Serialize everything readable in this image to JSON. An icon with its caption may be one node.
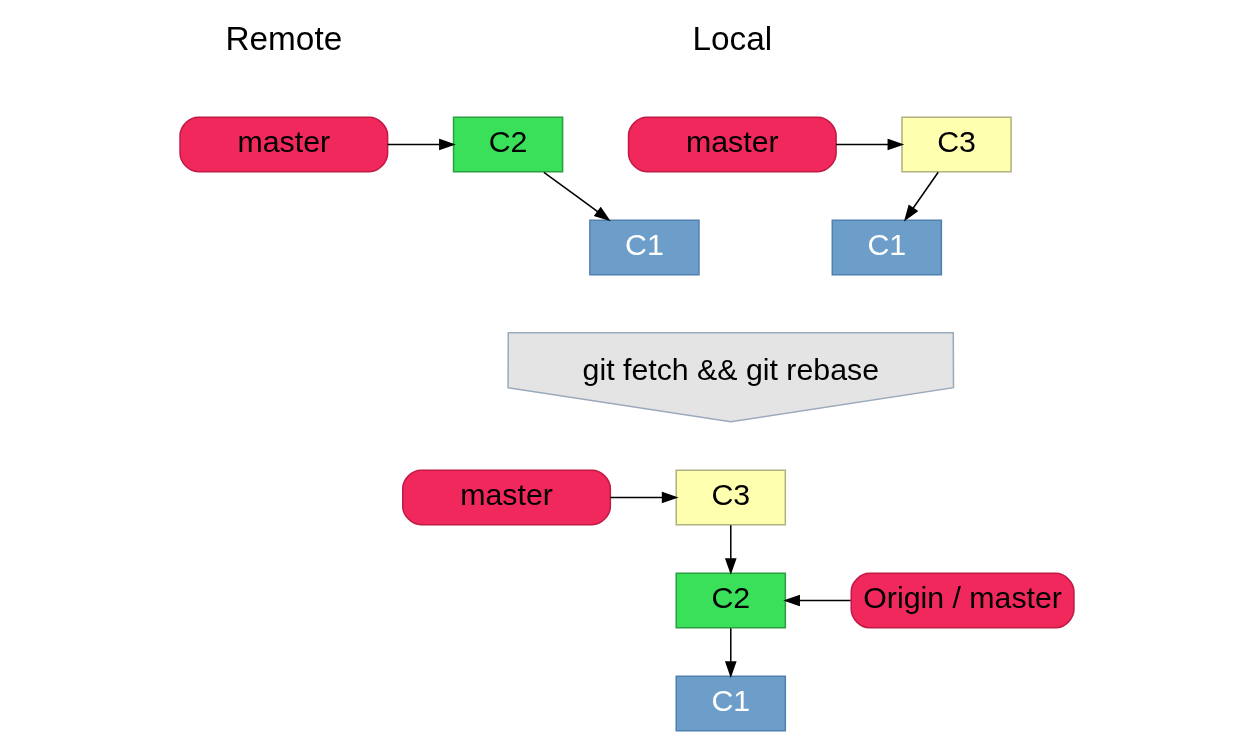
{
  "diagram": {
    "nodes": [
      {
        "text": [
          "master"
        ]
      },
      {
        "text": [
          "C2"
        ]
      },
      {
        "text": [
          "C1"
        ]
      },
      {
        "text": [
          "master"
        ]
      },
      {
        "text": [
          "C3"
        ]
      },
      {
        "text": [
          "C1"
        ]
      },
      {
        "text": [
          "git fetch && git rebase"
        ]
      },
      {
        "text": [
          "master"
        ]
      },
      {
        "text": [
          "C3"
        ]
      },
      {
        "text": [
          "C2"
        ]
      },
      {
        "text": [
          "C1"
        ]
      },
      {
        "text": [
          "Origin / master"
        ]
      }
    ],
    "edges": [
      {
        "from": 0,
        "to": 1,
        "arrow": "to"
      },
      {
        "from": 1,
        "to": 2,
        "arrow": "to"
      },
      {
        "from": 3,
        "to": 4,
        "arrow": "to"
      },
      {
        "from": 4,
        "to": 5,
        "arrow": "to"
      },
      {
        "from": 7,
        "to": 8,
        "arrow": "to"
      },
      {
        "from": 8,
        "to": 9,
        "arrow": "to"
      },
      {
        "from": 9,
        "to": 10,
        "arrow": "to"
      },
      {
        "from": 11,
        "to": 9,
        "arrow": "to"
      }
    ],
    "labels": [
      "Remote",
      "Local"
    ]
  }
}
